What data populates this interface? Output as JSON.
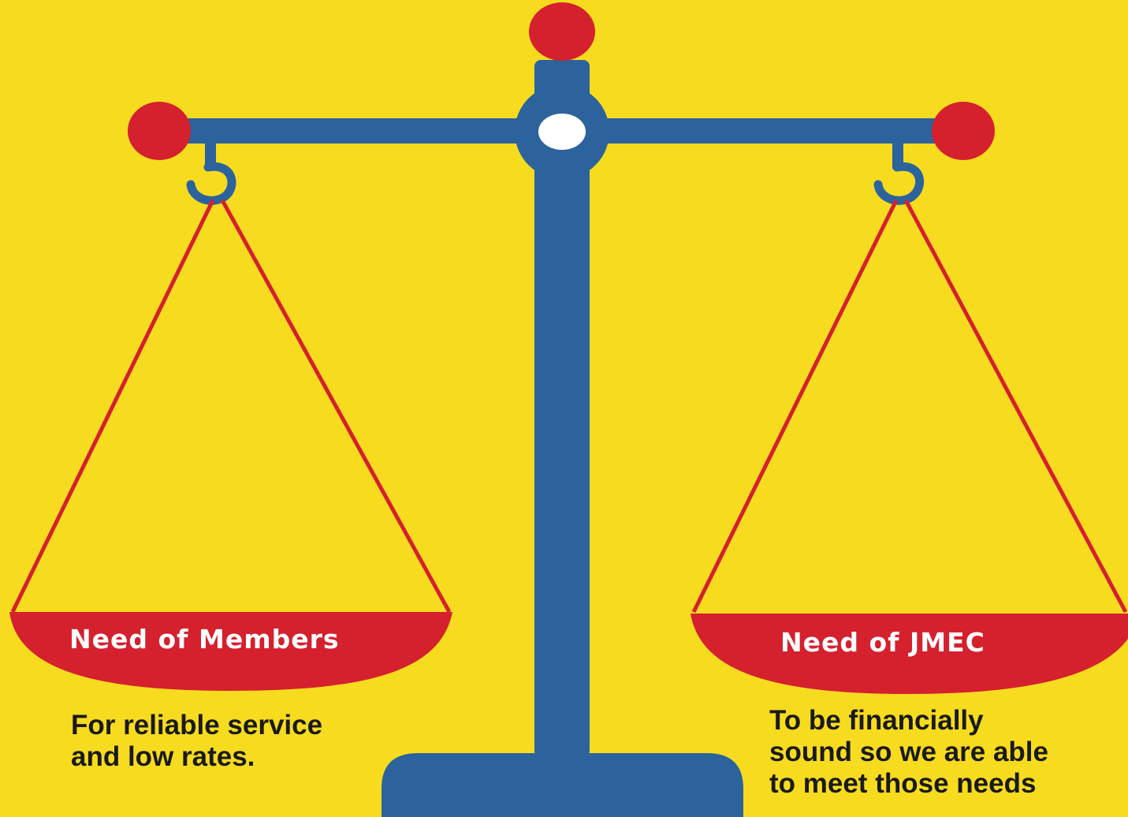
{
  "colors": {
    "background": "#F7DB1F",
    "stand": "#2C639D",
    "accent_red": "#D5202E",
    "pivot_white": "#FFFFFF",
    "caption_text": "#1A1A1A"
  },
  "left_pan": {
    "label": "Need of Members",
    "caption_lines": [
      "For reliable service",
      "and low rates."
    ]
  },
  "right_pan": {
    "label": "Need of JMEC",
    "caption_lines": [
      "To be financially",
      "sound so we are able",
      "to meet those needs"
    ]
  }
}
